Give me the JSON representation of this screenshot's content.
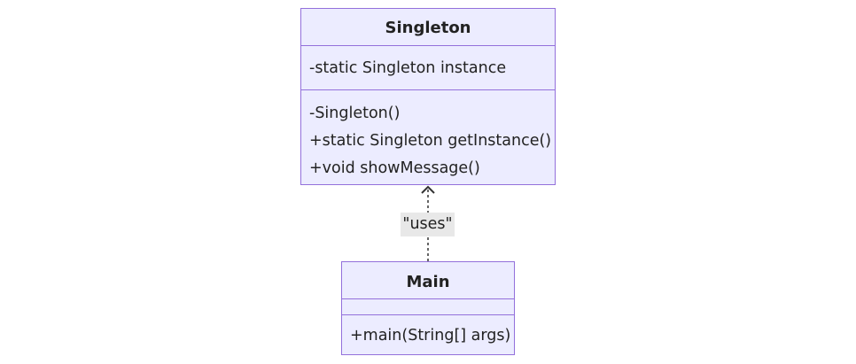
{
  "classes": {
    "singleton": {
      "name": "Singleton",
      "attributes": [
        "-static Singleton instance"
      ],
      "methods": [
        "-Singleton()",
        "+static Singleton getInstance()",
        "+void showMessage()"
      ]
    },
    "main": {
      "name": "Main",
      "attributes": [],
      "methods": [
        "+main(String[] args)"
      ]
    }
  },
  "relation": {
    "from": "Main",
    "to": "Singleton",
    "type": "dependency",
    "label": "\"uses\""
  },
  "colors": {
    "box_fill": "#ececff",
    "box_border": "#9370db",
    "edge": "#333333",
    "label_bg": "#e8e8e8",
    "text": "#222222"
  }
}
